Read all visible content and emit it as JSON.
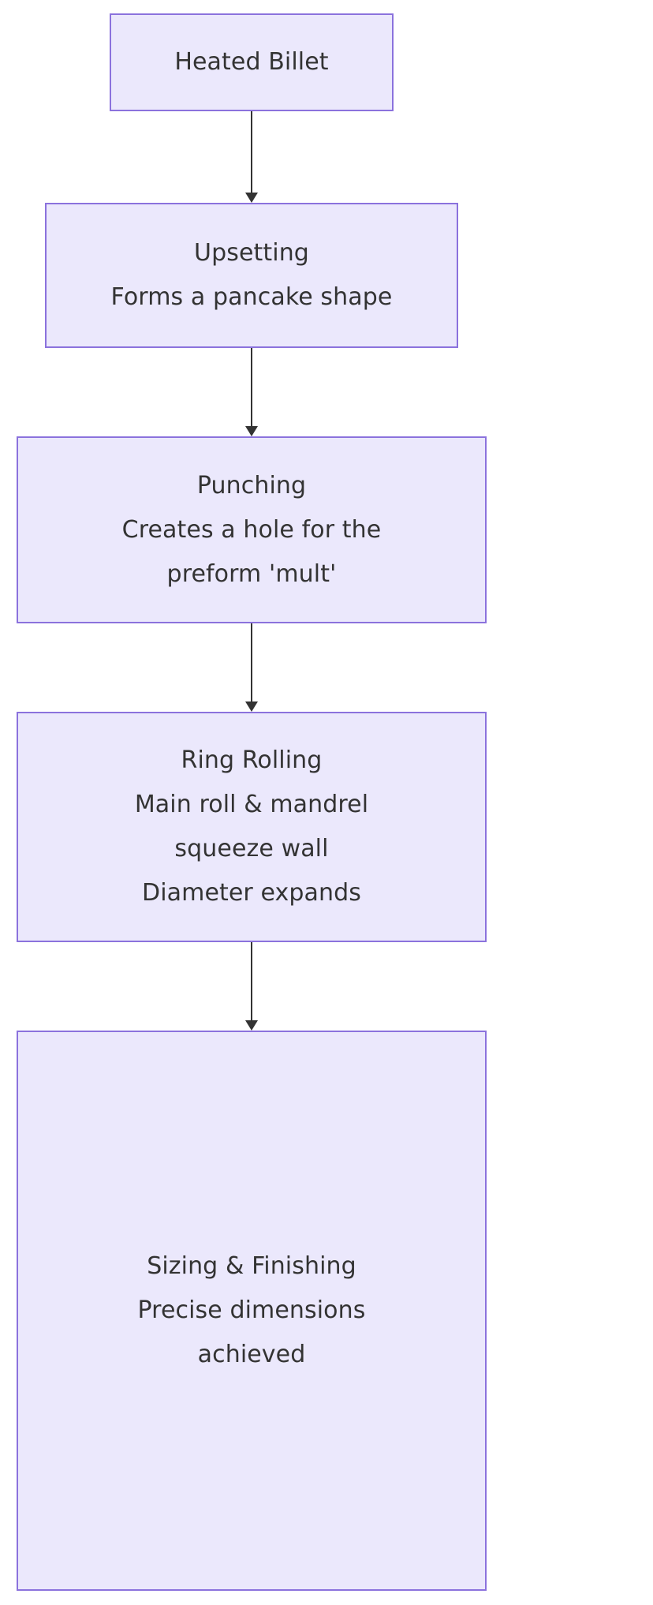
{
  "diagram": {
    "type": "flowchart",
    "direction": "top-to-bottom",
    "colors": {
      "node_fill": "#ebe8fc",
      "node_border": "#8b72dd",
      "node_text": "#333333",
      "edge": "#333333",
      "background": "#ffffff"
    },
    "nodes": [
      {
        "id": "heated-billet",
        "lines": [
          "Heated Billet"
        ]
      },
      {
        "id": "upsetting",
        "lines": [
          "Upsetting",
          "Forms a pancake shape"
        ]
      },
      {
        "id": "punching",
        "lines": [
          "Punching",
          "Creates a hole for the",
          "preform 'mult'"
        ]
      },
      {
        "id": "ring-rolling",
        "lines": [
          "Ring Rolling",
          "Main roll & mandrel",
          "squeeze wall",
          "Diameter expands"
        ]
      },
      {
        "id": "sizing-finishing",
        "lines": [
          "Sizing & Finishing",
          "Precise dimensions",
          "achieved"
        ]
      }
    ],
    "edges": [
      {
        "id": "edge-heated-billet-to-upsetting",
        "from": "heated-billet",
        "to": "upsetting",
        "arrowhead": "arrow-down-icon"
      },
      {
        "id": "edge-upsetting-to-punching",
        "from": "upsetting",
        "to": "punching",
        "arrowhead": "arrow-down-icon"
      },
      {
        "id": "edge-punching-to-ring-rolling",
        "from": "punching",
        "to": "ring-rolling",
        "arrowhead": "arrow-down-icon"
      },
      {
        "id": "edge-ring-rolling-to-sizing-finishing",
        "from": "ring-rolling",
        "to": "sizing-finishing",
        "arrowhead": "arrow-down-icon"
      }
    ]
  }
}
